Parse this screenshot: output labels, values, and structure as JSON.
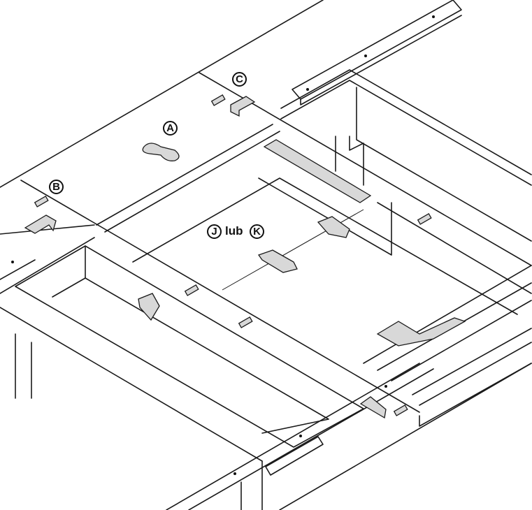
{
  "labels": {
    "a": "A",
    "b": "B",
    "c": "C",
    "j": "J",
    "k": "K",
    "or_word": "lub"
  }
}
